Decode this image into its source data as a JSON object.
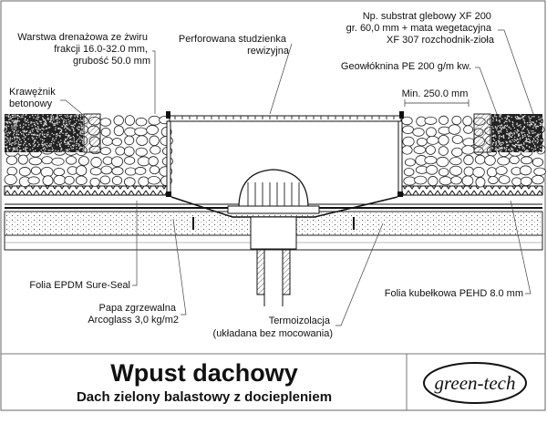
{
  "labels": {
    "drainage": [
      "Warstwa drenażowa ze żwiru",
      "frakcji 16.0-32.0 mm,",
      "grubość 50.0 mm"
    ],
    "well": [
      "Perforowana studzienka",
      "rewizyjna"
    ],
    "substrate": [
      "Np. substrat glebowy XF 200",
      "gr. 60,0 mm + mata wegetacyjna",
      "XF 307 rozchodnik-zioła"
    ],
    "geotextile": "Geowłóknina PE 200 g/m kw.",
    "kerb": [
      "Krawężnik",
      "betonowy"
    ],
    "min_distance": "Min. 250.0 mm",
    "epdm": "Folia EPDM Sure-Seal",
    "bitumen": [
      "Papa zgrzewalna",
      "Arcoglass 3,0 kg/m2"
    ],
    "insulation": [
      "Termoizolacja",
      "(układana bez mocowania)"
    ],
    "dimple_membrane": "Folia kubełkowa PEHD 8.0 mm"
  },
  "title": {
    "main": "Wpust dachowy",
    "subtitle": "Dach zielony balastowy z dociepleniem"
  },
  "logo": "green-tech"
}
